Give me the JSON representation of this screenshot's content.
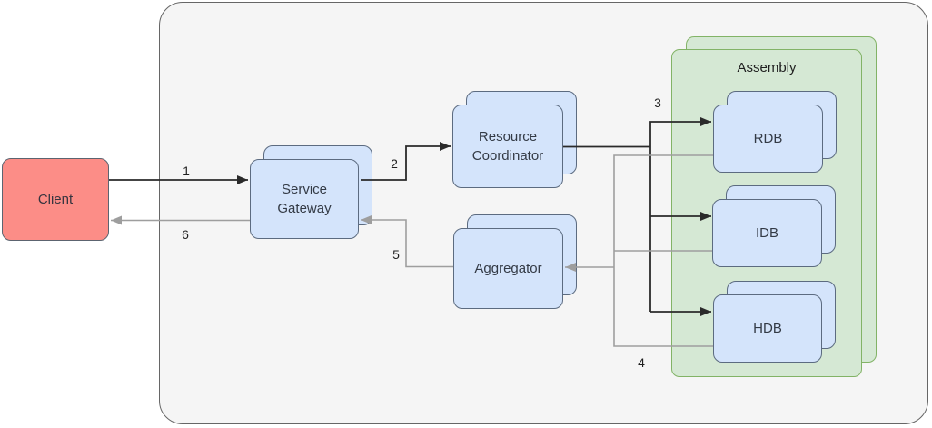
{
  "diagram": {
    "type": "system-architecture-flow",
    "boundary": "rounded rectangle enclosing all services except Client"
  },
  "colors": {
    "page_background": "#ffffff",
    "boundary_fill": "#F5F5F5",
    "boundary_stroke": "#666666",
    "service_fill": "#D4E4FB",
    "service_stroke": "#5C6B80",
    "group_fill": "#D5E8D4",
    "group_stroke": "#82B366",
    "client_fill": "#FC8D87",
    "client_stroke": "#5C6470",
    "edge_dark": "#2a2a2a",
    "edge_gray": "#9e9e9e",
    "text": "#333333"
  },
  "nodes": {
    "client": {
      "label": "Client",
      "shape": "rounded-rect",
      "style": "red"
    },
    "service_gateway": {
      "label": "Service Gateway",
      "shape": "stacked-rounded-rect",
      "style": "blue"
    },
    "resource_coordinator": {
      "label": "Resource Coordinator",
      "shape": "stacked-rounded-rect",
      "style": "blue"
    },
    "aggregator": {
      "label": "Aggregator",
      "shape": "stacked-rounded-rect",
      "style": "blue"
    },
    "assembly": {
      "label": "Assembly",
      "shape": "stacked-container",
      "style": "green",
      "children": [
        "RDB",
        "IDB",
        "HDB"
      ]
    },
    "rdb": {
      "label": "RDB",
      "shape": "stacked-rounded-rect",
      "style": "blue"
    },
    "idb": {
      "label": "IDB",
      "shape": "stacked-rounded-rect",
      "style": "blue"
    },
    "hdb": {
      "label": "HDB",
      "shape": "stacked-rounded-rect",
      "style": "blue"
    }
  },
  "edges": [
    {
      "label": "1",
      "from": "Client",
      "to": "Service Gateway",
      "color": "dark"
    },
    {
      "label": "2",
      "from": "Service Gateway",
      "to": "Resource Coordinator",
      "color": "dark"
    },
    {
      "label": "3",
      "from": "Resource Coordinator",
      "to": "RDB, IDB, HDB",
      "color": "dark"
    },
    {
      "label": "4",
      "from": "RDB, IDB, HDB",
      "to": "Aggregator",
      "color": "gray"
    },
    {
      "label": "5",
      "from": "Aggregator",
      "to": "Service Gateway",
      "color": "gray"
    },
    {
      "label": "6",
      "from": "Service Gateway",
      "to": "Client",
      "color": "gray"
    }
  ]
}
